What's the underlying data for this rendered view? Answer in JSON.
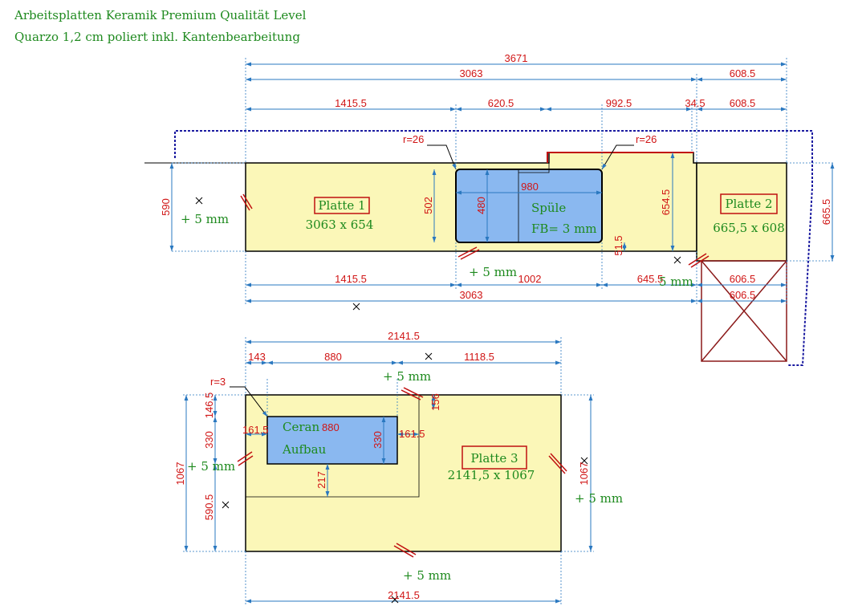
{
  "header": {
    "line1": "Arbeitsplatten Keramik Premium Qualität Level",
    "line2": "Quarzo 1,2 cm poliert inkl. Kantenbearbeitung"
  },
  "colors": {
    "slab_fill": "#fbf7b8",
    "cutout_fill": "#8ab8f0",
    "dimension_text": "#d01515",
    "dimension_line": "#2a78c0",
    "label_text": "#1e8a1e",
    "wall_outline": "#1a1aa0",
    "edge_mark": "#c01010"
  },
  "platte1": {
    "name": "Platte 1",
    "size": "3063 x 654",
    "offset_note": "+ 5 mm",
    "sink_label": "Spüle",
    "sink_note": "FB= 3 mm",
    "dims": {
      "total": "3671",
      "top_run": "3063",
      "corner_run": "608.5",
      "left_to_sink": "1415.5",
      "sink_left": "620.5",
      "sink_right": "992.5",
      "gap": "34.5",
      "corner_run_2": "608.5",
      "radius_left": "r=26",
      "radius_right": "r=26",
      "depth_left": "590",
      "sink_depth_outer": "502",
      "sink_depth_inner": "480",
      "sink_width": "980",
      "depth_right": "654.5",
      "front_offset": "51.5",
      "bottom_left": "1415.5",
      "bottom_sink": "1002",
      "bottom_right": "645.5",
      "bottom_total": "3063",
      "note_front": "+ 5 mm",
      "note_right": "5 mm"
    }
  },
  "platte2": {
    "name": "Platte 2",
    "size": "665,5 x 608",
    "dims": {
      "depth": "665.5",
      "width_a": "606.5",
      "width_b": "606.5"
    }
  },
  "platte3": {
    "name": "Platte 3",
    "size": "2141,5 x 1067",
    "cooktop_label_1": "Ceran",
    "cooktop_label_2": "Aufbau",
    "dims": {
      "total_top": "2141.5",
      "left_gap": "143",
      "cooktop_width": "880",
      "right_gap": "1118.5",
      "radius": "r=3",
      "top_offset": "146.5",
      "cooktop_depth_left": "330",
      "depth_bottom": "590.5",
      "total_depth": "1067",
      "cooktop_inner_width": "880",
      "left_inset": "161.5",
      "right_inset": "161.5",
      "cooktop_depth": "330",
      "front_gap": "217",
      "top_step": "156",
      "right_depth": "1067",
      "total_bottom": "2141.5"
    },
    "notes": {
      "top": "+ 5 mm",
      "left": "+ 5 mm",
      "right": "+ 5 mm",
      "bottom": "+ 5 mm"
    }
  }
}
